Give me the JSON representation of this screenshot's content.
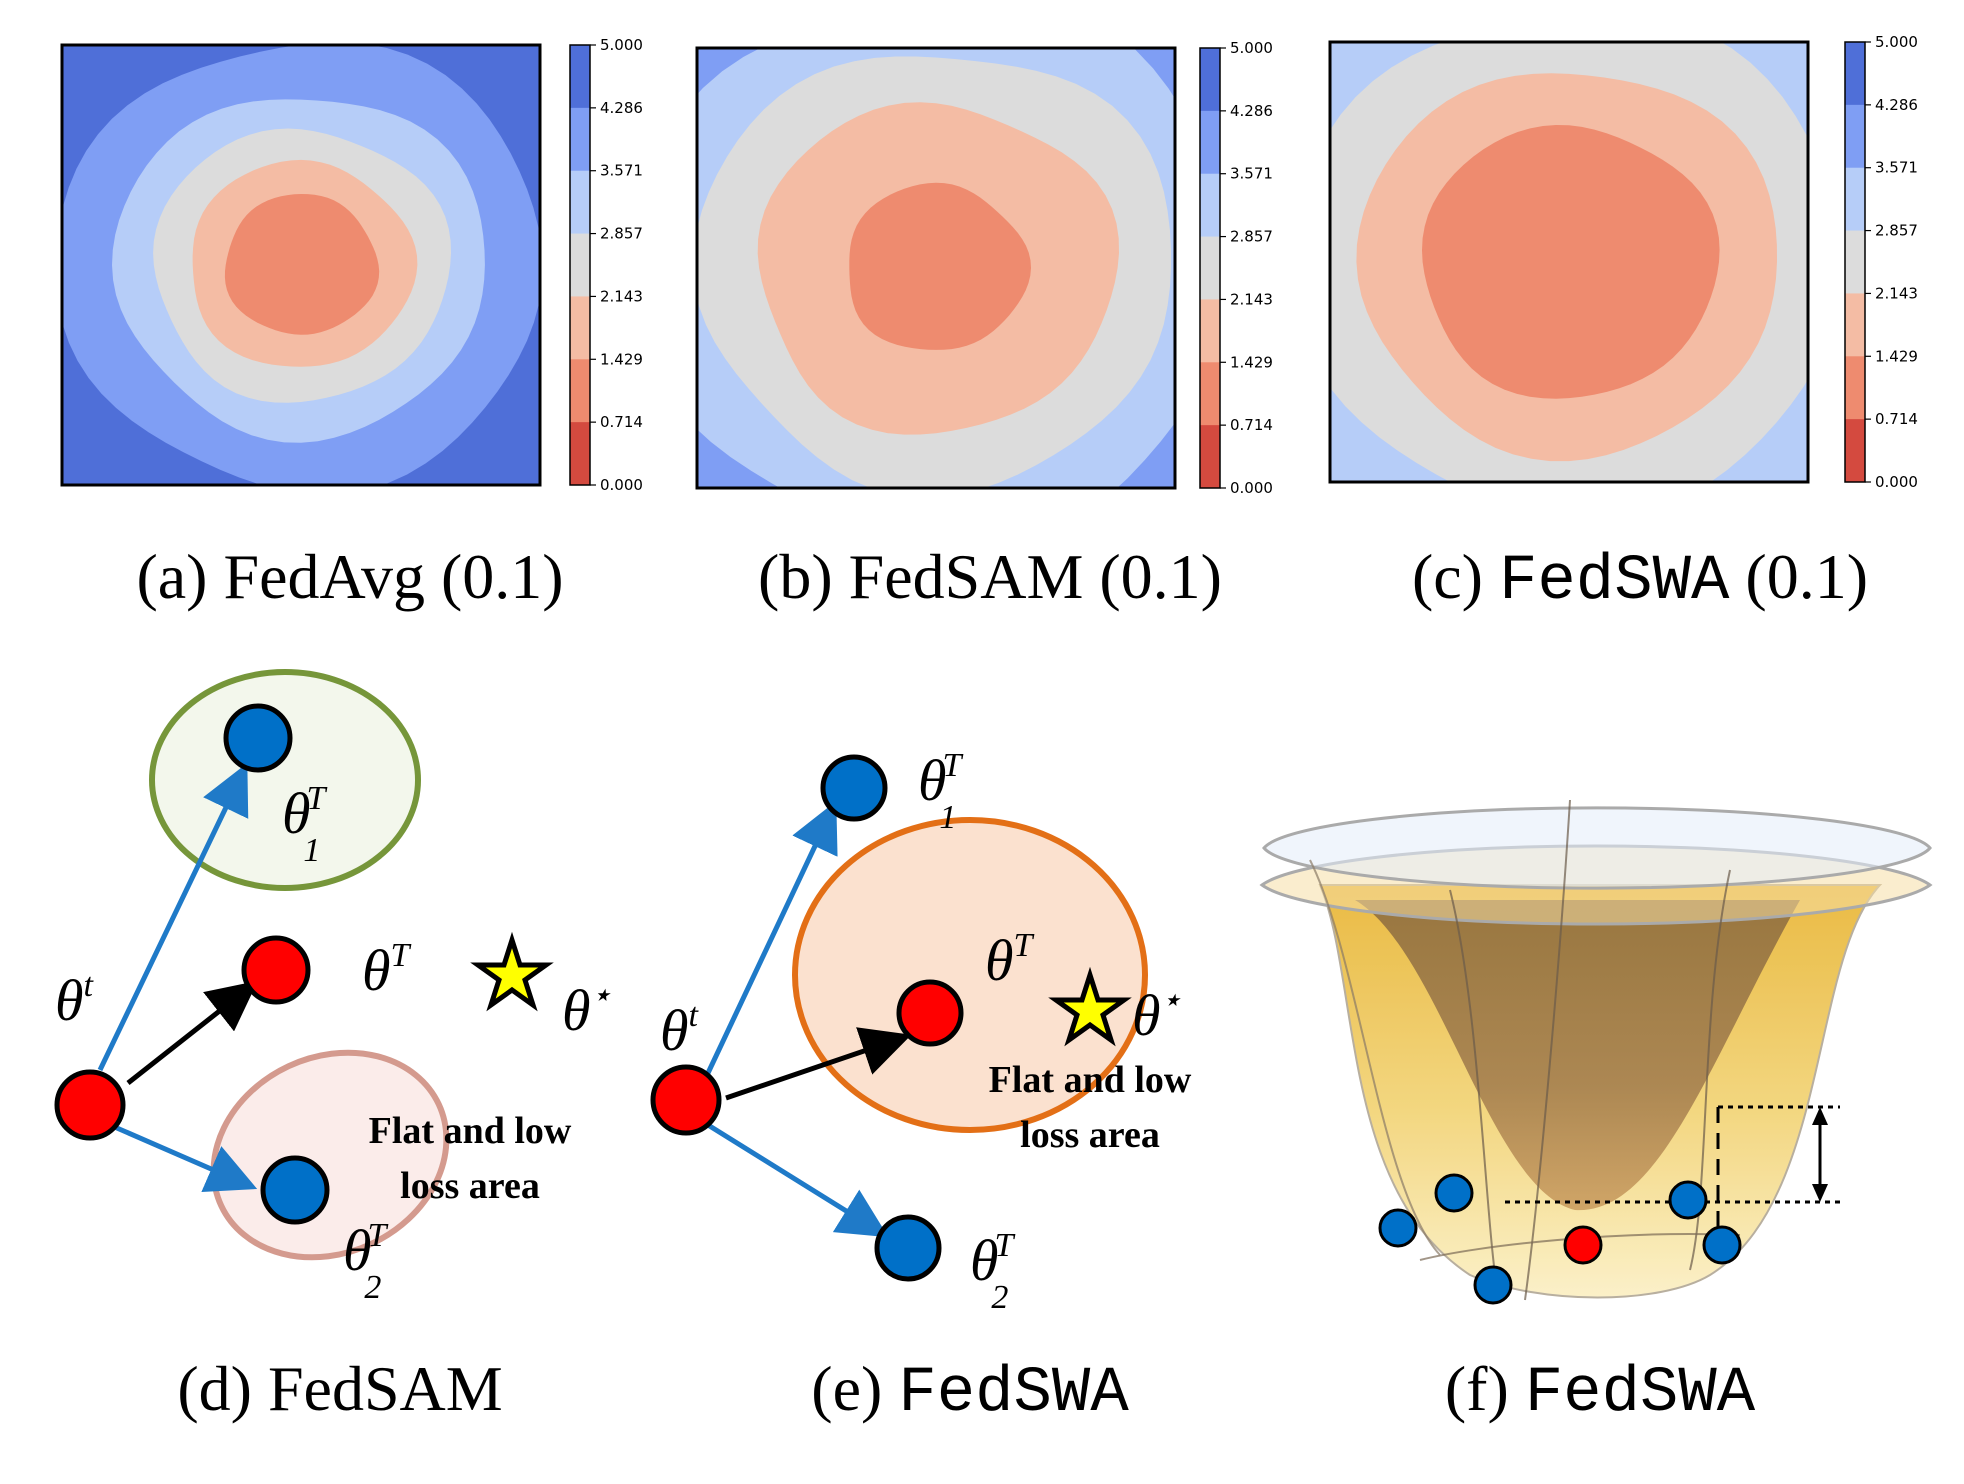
{
  "figure": {
    "captions": [
      {
        "prefix": "(a) ",
        "method": "FedAvg",
        "suffix": " (0.1)",
        "mono": false
      },
      {
        "prefix": "(b) ",
        "method": "FedSAM",
        "suffix": " (0.1)",
        "mono": false
      },
      {
        "prefix": "(c) ",
        "method": "FedSWA",
        "suffix": " (0.1)",
        "mono": true
      },
      {
        "prefix": "(d) ",
        "method": "FedSAM",
        "suffix": "",
        "mono": false
      },
      {
        "prefix": "(e) ",
        "method": "FedSWA",
        "suffix": "",
        "mono": true
      },
      {
        "prefix": "(f) ",
        "method": "FedSWA",
        "suffix": "",
        "mono": true
      }
    ],
    "colorbar_ticks": [
      "5.000",
      "4.286",
      "3.571",
      "2.857",
      "2.143",
      "1.429",
      "0.714",
      "0.000"
    ],
    "colorbar_colors": [
      "#4f6fd8",
      "#7f9ef4",
      "#b6cdf8",
      "#dcdcdc",
      "#f4bca4",
      "#ee8b6f",
      "#d44a3f"
    ],
    "contour_levels_inner_to_outer": {
      "a": [
        "#ee8b6f",
        "#f4bca4",
        "#dcdcdc",
        "#b6cdf8",
        "#7f9ef4",
        "#4f6fd8"
      ],
      "b": [
        "#ee8b6f",
        "#f4bca4",
        "#dcdcdc",
        "#b6cdf8",
        "#7f9ef4"
      ],
      "c": [
        "#ee8b6f",
        "#f4bca4",
        "#dcdcdc",
        "#b6cdf8"
      ]
    },
    "labels": {
      "theta_t": "θ",
      "theta_t_sup": "t",
      "theta_T": "θ",
      "theta_T_sup": "T",
      "theta_1": "θ",
      "sub_1": "1",
      "sub_2": "2",
      "theta_star": "θ",
      "star_sup": "⋆",
      "flat_line1": "Flat and low",
      "flat_line2": "loss area"
    },
    "colors": {
      "red": "#ff0000",
      "blue": "#0070c8",
      "arrow_blue": "#1f7ac8",
      "green_ellipse": "#76963a",
      "green_fill": "#f3f7ec",
      "pink_ellipse": "#d49a8e",
      "pink_fill": "#fbecea",
      "orange_ellipse": "#e36f16",
      "orange_fill": "#fbe1cf",
      "star": "#ffff00"
    }
  }
}
